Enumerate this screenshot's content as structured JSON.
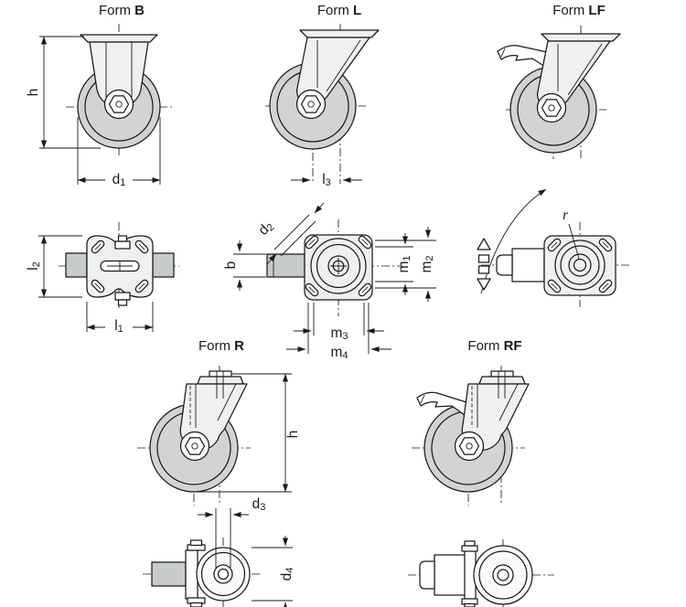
{
  "figure": {
    "kind": "caster-technical-drawing",
    "titles": {
      "b": {
        "prefix": "Form",
        "code": "B"
      },
      "l": {
        "prefix": "Form",
        "code": "L"
      },
      "lf": {
        "prefix": "Form",
        "code": "LF"
      },
      "r": {
        "prefix": "Form",
        "code": "R"
      },
      "rf": {
        "prefix": "Form",
        "code": "RF"
      }
    },
    "dims": {
      "h": {
        "base": "h",
        "sub": ""
      },
      "d1": {
        "base": "d",
        "sub": "1"
      },
      "l1": {
        "base": "l",
        "sub": "1"
      },
      "l2": {
        "base": "l",
        "sub": "2"
      },
      "l3": {
        "base": "l",
        "sub": "3"
      },
      "d2": {
        "base": "d",
        "sub": "2"
      },
      "b": {
        "base": "b",
        "sub": ""
      },
      "m1": {
        "base": "m",
        "sub": "1"
      },
      "m2": {
        "base": "m",
        "sub": "2"
      },
      "m3": {
        "base": "m",
        "sub": "3"
      },
      "m4": {
        "base": "m",
        "sub": "4"
      },
      "r": {
        "base": "r",
        "sub": ""
      },
      "d3": {
        "base": "d",
        "sub": "3"
      },
      "d4": {
        "base": "d",
        "sub": "4"
      }
    },
    "colors": {
      "line": "#1a1a1a",
      "tire_gray": "#d2d4d4",
      "body_gray": "#eff0f0",
      "stub_gray": "#c8cbcb",
      "background": "#ffffff"
    }
  }
}
